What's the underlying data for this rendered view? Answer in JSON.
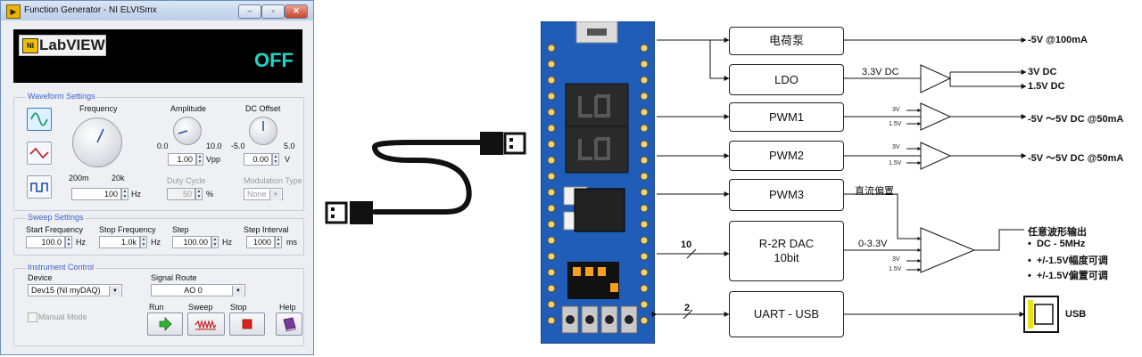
{
  "window": {
    "title": "Function Generator - NI ELVISmx",
    "buttons": [
      "–",
      "▫",
      "✕"
    ]
  },
  "banner": {
    "logo": "LabVIEW",
    "status": "OFF",
    "status_color": "#22d3c5"
  },
  "waveform": {
    "group_title": "Waveform Settings",
    "frequency": {
      "label": "Frequency",
      "min": "200m",
      "max": "20k",
      "value": "100",
      "unit": "Hz"
    },
    "amplitude": {
      "label": "Amplitude",
      "min": "0.0",
      "max": "10.0",
      "value": "1.00",
      "unit": "Vpp"
    },
    "dc_offset": {
      "label": "DC Offset",
      "min": "-5.0",
      "max": "5.0",
      "value": "0.00",
      "unit": "V"
    },
    "duty_cycle": {
      "label": "Duty Cycle",
      "value": "50",
      "unit": "%"
    },
    "modulation": {
      "label": "Modulation Type",
      "value": "None"
    }
  },
  "sweep": {
    "group_title": "Sweep Settings",
    "start": {
      "label": "Start Frequency",
      "value": "100.0",
      "unit": "Hz"
    },
    "stop": {
      "label": "Stop Frequency",
      "value": "1.0k",
      "unit": "Hz"
    },
    "step": {
      "label": "Step",
      "value": "100.00",
      "unit": "Hz"
    },
    "interval": {
      "label": "Step Interval",
      "value": "1000",
      "unit": "ms"
    }
  },
  "instrument": {
    "group_title": "Instrument Control",
    "device_label": "Device",
    "device_value": "Dev15 (NI myDAQ)",
    "route_label": "Signal Route",
    "route_value": "AO 0",
    "manual_mode": "Manual Mode",
    "run": "Run",
    "sweep": "Sweep",
    "stop": "Stop",
    "help": "Help"
  },
  "diagram": {
    "blocks": {
      "pump": "电荷泵",
      "ldo": "LDO",
      "pwm1": "PWM1",
      "pwm2": "PWM2",
      "pwm3": "PWM3",
      "dac_line1": "R-2R DAC",
      "dac_line2": "10bit",
      "uart": "UART - USB"
    },
    "line_labels": {
      "ldo_in": "3.3V DC",
      "pwm3_out": "直流偏置",
      "dac_out": "0-3.3V",
      "dac_bus": "10",
      "uart_bus": "2"
    },
    "small_labels": {
      "pwm1_a": "3V",
      "pwm1_b": "1.5V",
      "pwm2_a": "3V",
      "pwm2_b": "1.5V",
      "dac_a": "3V",
      "dac_b": "1.5V"
    },
    "outputs": {
      "pump": "-5V @100mA",
      "ldo_a": "3V DC",
      "ldo_b": "1.5V DC",
      "pwm1": "-5V ～5V DC @50mA",
      "pwm2": "-5V ～5V DC @50mA",
      "usb": "USB"
    },
    "arb": {
      "title": "任意波形输出",
      "items": [
        "DC - 5MHz",
        "+/-1.5V幅度可调",
        "+/-1.5V偏置可调"
      ]
    }
  }
}
